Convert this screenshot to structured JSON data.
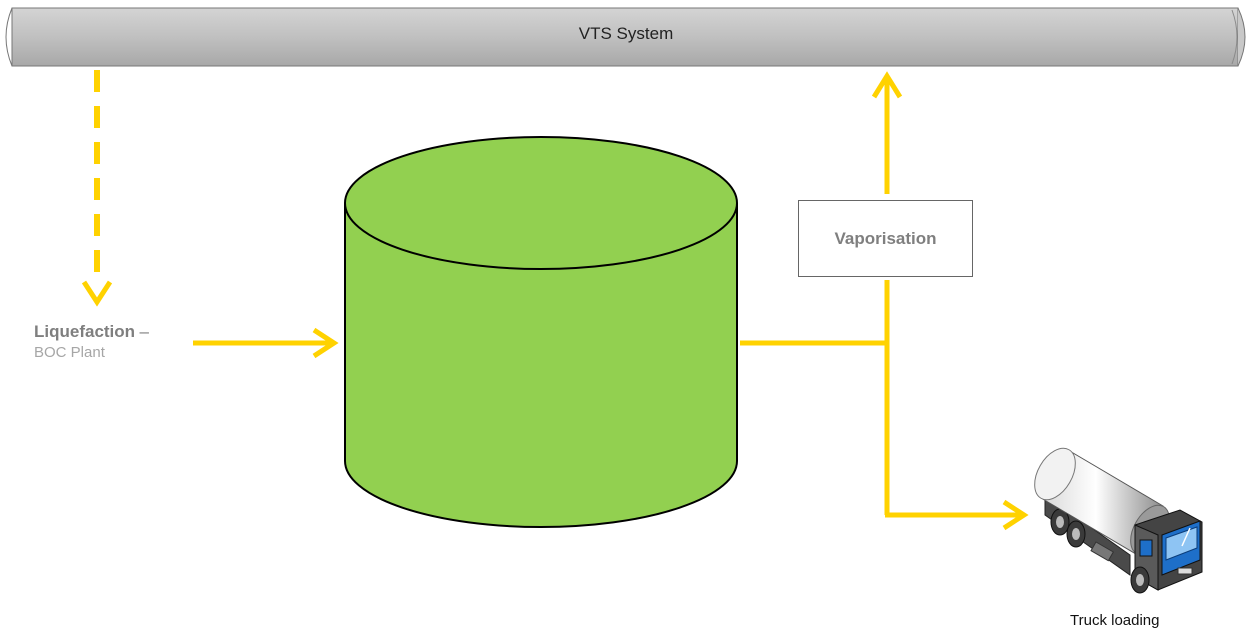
{
  "vts_system": {
    "label": "VTS System"
  },
  "vaporisation": {
    "label": "Vaporisation"
  },
  "liquefaction": {
    "label": "Liquefaction",
    "separator": "–",
    "sub_label": "BOC Plant"
  },
  "truck": {
    "label": "Truck loading"
  },
  "colors": {
    "flow_arrow": "#ffd200",
    "tank_fill": "#92d050",
    "pipe_fill": "#c0c0c0",
    "label_gray": "#7f7f7f"
  }
}
